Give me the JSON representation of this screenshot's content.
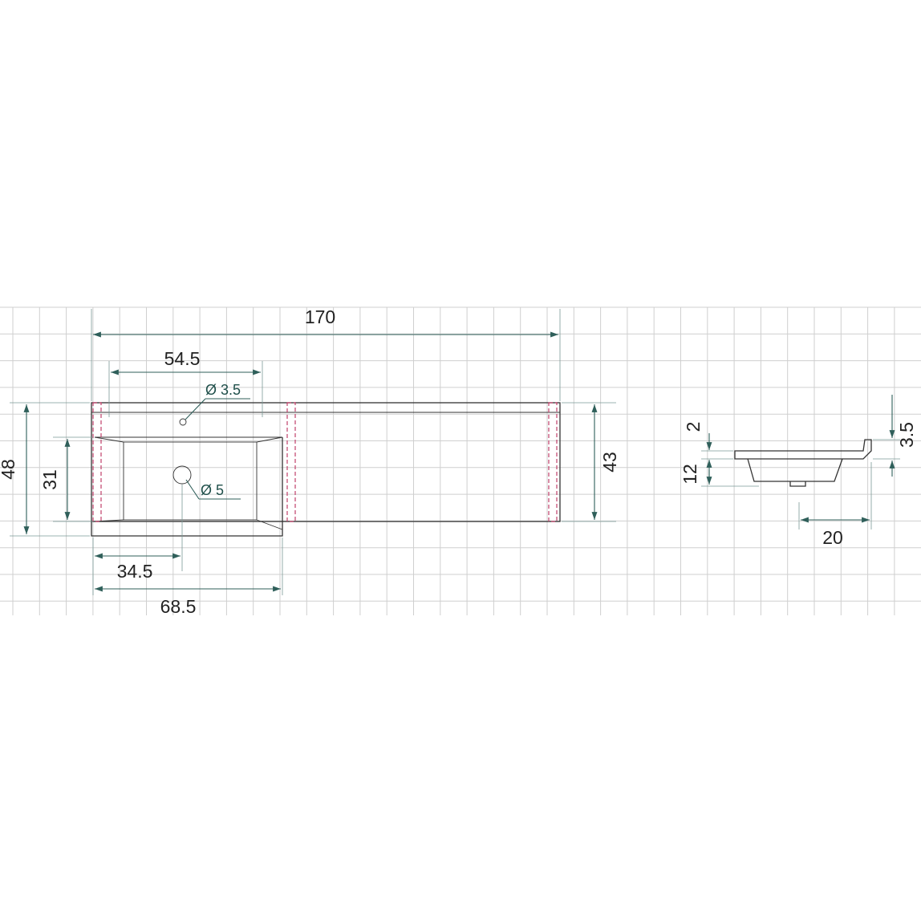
{
  "dimensions": {
    "total_length": "170",
    "faucet_offset": "54.5",
    "faucet_hole": "Ø 3.5",
    "drain_hole": "Ø 5",
    "total_depth": "48",
    "basin_depth": "31",
    "depth_right": "43",
    "drain_offset": "34.5",
    "basin_section_width": "68.5",
    "rim_height": "2",
    "basin_height": "12",
    "back_lip": "3.5",
    "side_offset": "20"
  },
  "colors": {
    "grid": "#cfcfcf",
    "dimension": "#2f5f5a",
    "hidden_lines": "#c0406a",
    "outline": "#333333"
  }
}
